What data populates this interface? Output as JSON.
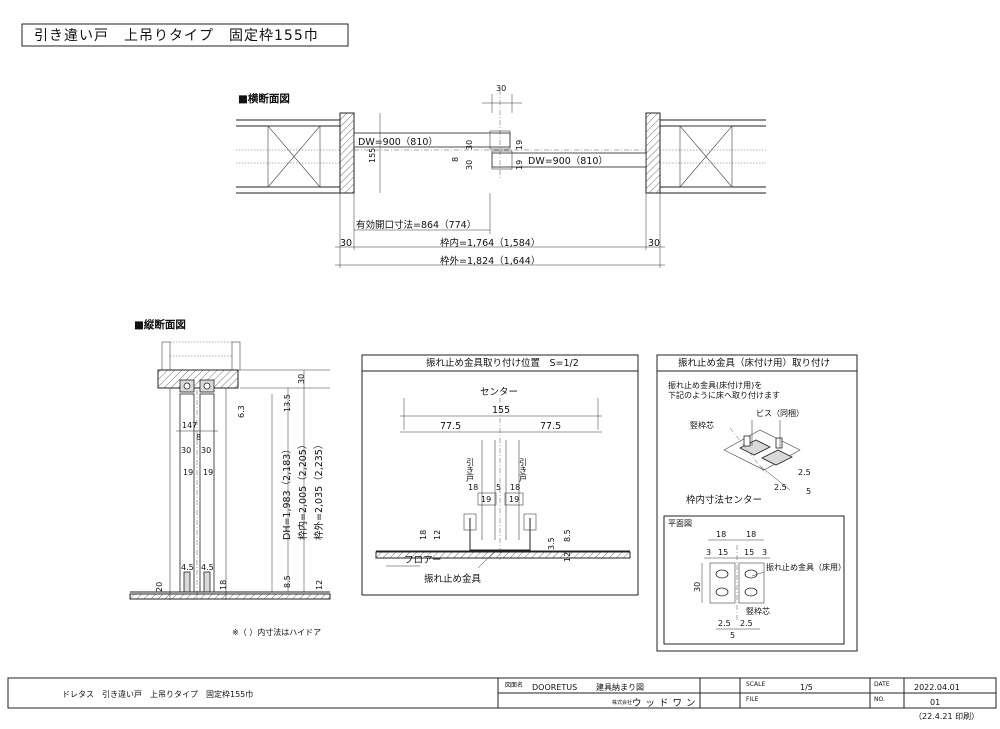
{
  "header": {
    "title": "引き違い戸　上吊りタイプ　固定枠155巾"
  },
  "horizontal_section": {
    "title": "■横断面図",
    "dim_top": "30",
    "dw_left": "DW=900（810）",
    "dw_right": "DW=900（810）",
    "dim_155": "155",
    "dim_8": "8",
    "dim_30a": "30",
    "dim_30b": "30",
    "dim_19a": "19",
    "dim_19b": "19",
    "effective_opening": "有効開口寸法=864（774）",
    "frame_side_left": "30",
    "frame_side_right": "30",
    "frame_inner": "枠内=1,764（1,584）",
    "frame_outer": "枠外=1,824（1,644）"
  },
  "vertical_section": {
    "title": "■縦断面図",
    "dim_147": "147",
    "dim_8": "8",
    "dim_30l": "30",
    "dim_30r": "30",
    "dim_19l": "19",
    "dim_19r": "19",
    "dim_45l": "4.5",
    "dim_45r": "4.5",
    "dim_18": "18",
    "dim_20": "20",
    "dim_63": "6.3",
    "dim_135": "13.5",
    "dim_30top": "30",
    "dh": "DH=1,983（2,183）",
    "inner": "枠内=2,005（2,205）",
    "outer": "枠外=2,035（2,235）",
    "dim_85": "8.5",
    "dim_12": "12",
    "note": "※（ ）内寸法はハイドア"
  },
  "stopper_position": {
    "title": "振れ止め金具取り付け位置　S=1/2",
    "center": "センター",
    "dim_155": "155",
    "dim_775l": "77.5",
    "dim_775r": "77.5",
    "door_l": "引き戸",
    "door_r": "引き戸",
    "dim_18a": "18",
    "dim_5": "5",
    "dim_18b": "18",
    "dim_19a": "19",
    "dim_19b": "19",
    "dim_18c": "18",
    "dim_12a": "12",
    "dim_35": "3.5",
    "dim_85": "8.5",
    "dim_12b": "12",
    "floor": "フロアー",
    "stopper": "振れ止め金具"
  },
  "floor_mount": {
    "title": "振れ止め金具（床付け用）取り付け",
    "note_line1": "振れ止め金具(床付け用)を",
    "note_line2": "下記のように床へ取り付けます",
    "screw": "ビス（同梱）",
    "stile_center": "竪枠芯",
    "dim_25a": "2.5",
    "dim_25b": "2.5",
    "dim_5": "5",
    "frame_center": "枠内寸法センター",
    "plan_title": "平面図",
    "dim_18a": "18",
    "dim_18b": "18",
    "dim_3a": "3",
    "dim_15a": "15",
    "dim_15b": "15",
    "dim_3b": "3",
    "stopper_label": "振れ止め金具（床用）",
    "dim_30": "30",
    "stile_center2": "竪枠芯",
    "dim_25c": "2.5",
    "dim_25d": "2.5",
    "dim_5b": "5"
  },
  "title_block": {
    "drawing_name": "ドレタス　引き違い戸　上吊りタイプ　固定枠155巾",
    "label_name": "図面名",
    "brand": "DOORETUS",
    "doc_type": "建具納まり図",
    "label_company": "株式会社",
    "company": "ウッドワン",
    "label_scale": "SCALE",
    "scale": "1/5",
    "label_file": "FILE",
    "file": "",
    "label_date": "DATE",
    "date": "2022.04.01",
    "label_no": "NO.",
    "no": "01",
    "print_note": "（22.4.21 印刷）"
  }
}
